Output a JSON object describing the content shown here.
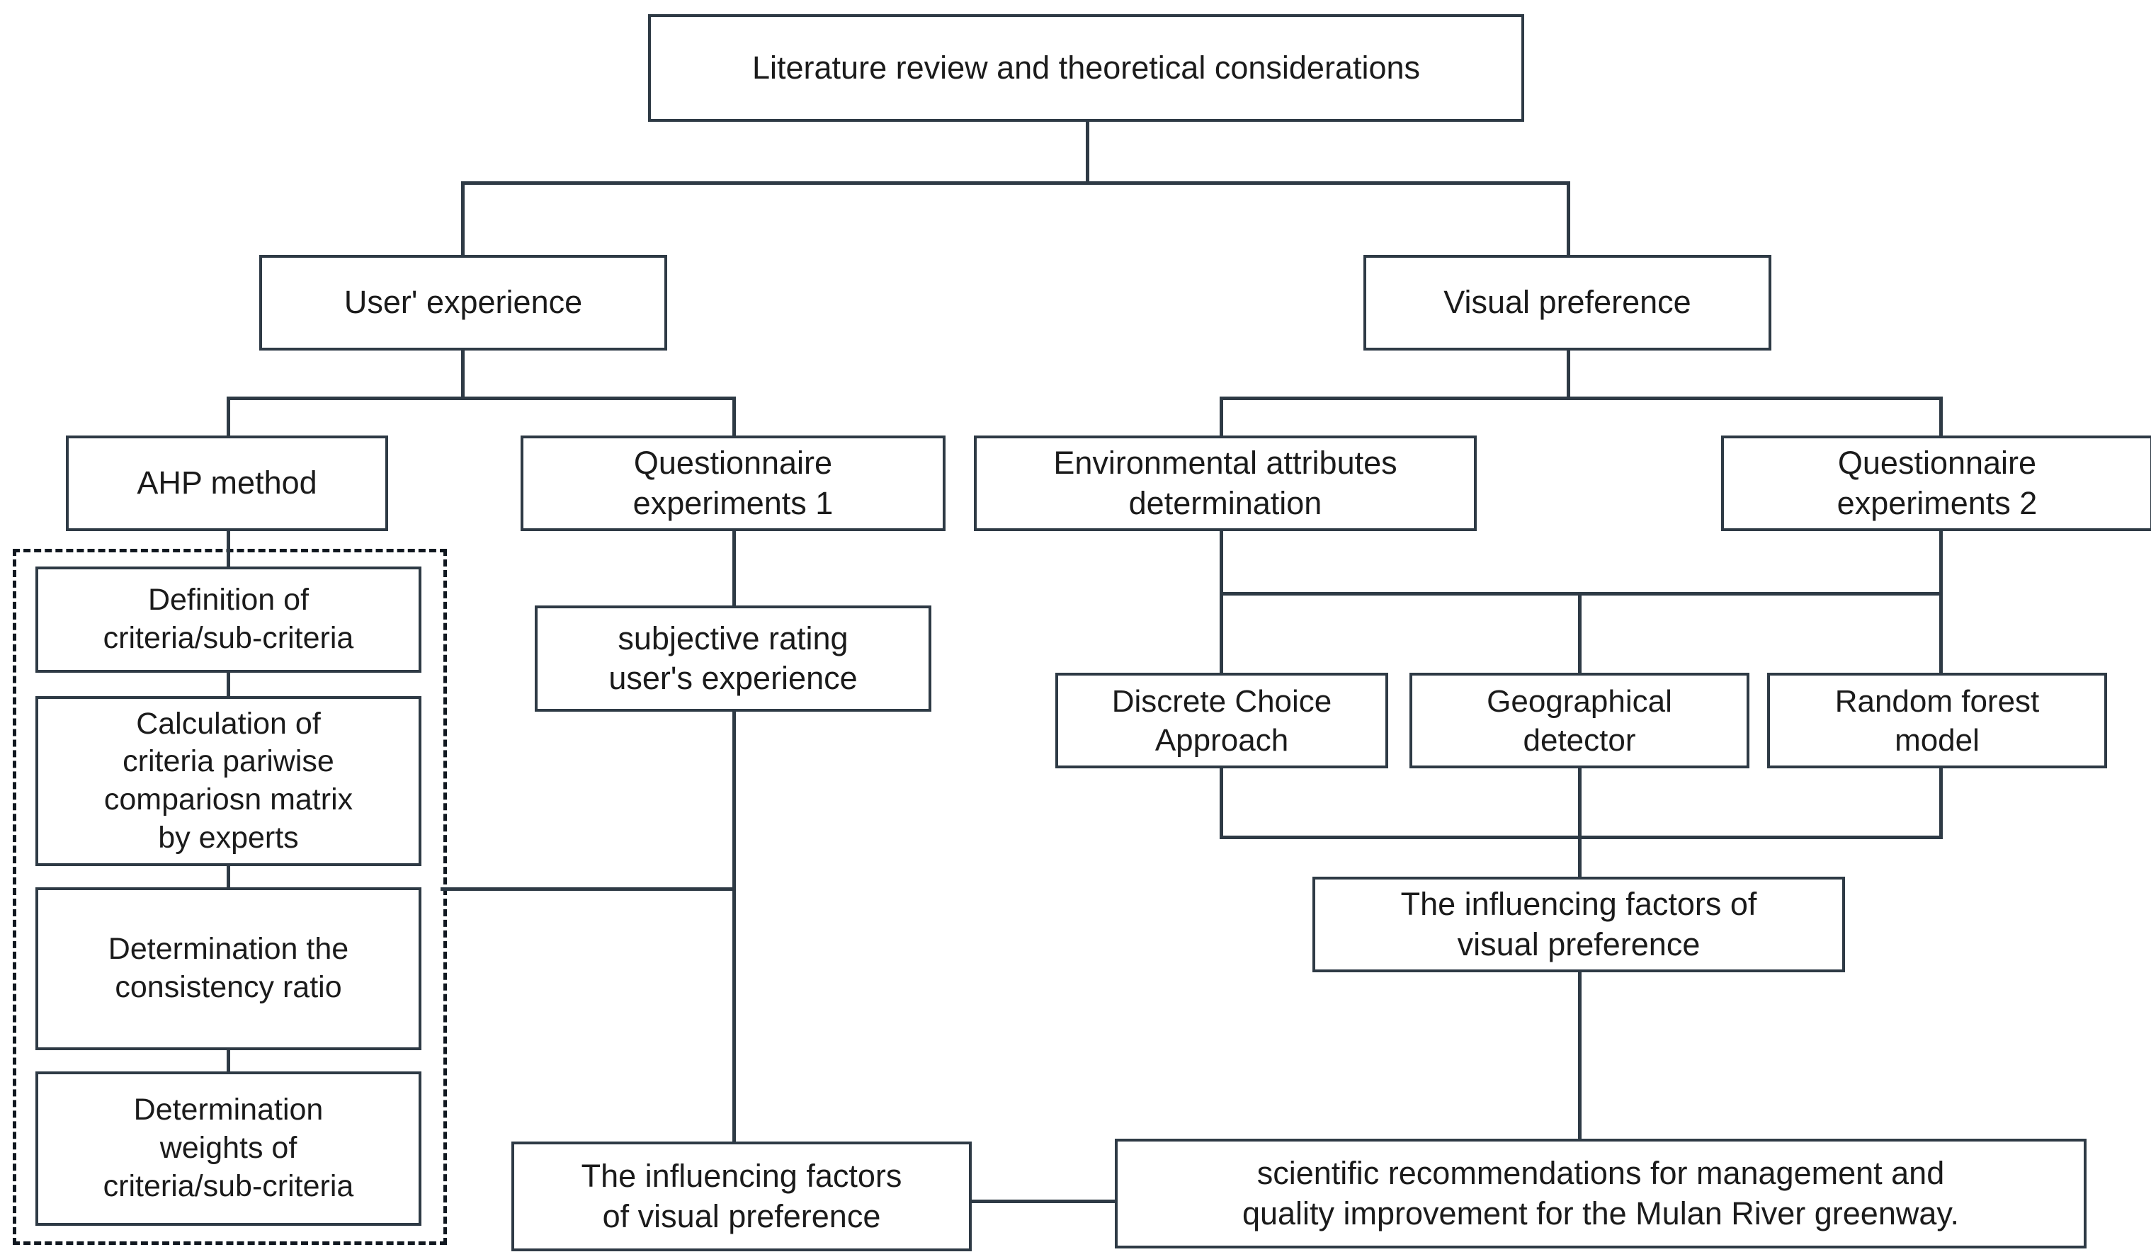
{
  "diagram": {
    "title": "Research framework flowchart",
    "type": "flowchart",
    "colors": {
      "node_border": "#2e3a45",
      "node_fill": "#ffffff",
      "edge": "#2e3a45",
      "dashed_group_border": "#111820",
      "text": "#1b1b1b",
      "background": "#ffffff"
    },
    "nodes": {
      "root": "Literature review and theoretical considerations",
      "branch_left": "User' experience",
      "branch_right": "Visual preference",
      "ahp_method": "AHP method",
      "questionnaire_1": "Questionnaire\nexperiments 1",
      "environmental_attributes": "Environmental attributes\ndetermination",
      "questionnaire_2": "Questionnaire\nexperiments 2",
      "ahp_step_1": "Definition of\ncriteria/sub-criteria",
      "ahp_step_2": "Calculation of\ncriteria pariwise\ncompariosn matrix\nby experts",
      "ahp_step_3": "Determination the\nconsistency ratio",
      "ahp_step_4": "Determination\nweights of\ncriteria/sub-criteria",
      "subjective_rating": "subjective rating\nuser's experience",
      "discrete_choice": "Discrete Choice\nApproach",
      "geographical_detector": "Geographical\ndetector",
      "random_forest": "Random forest\nmodel",
      "influencing_factors_right": "The influencing factors of\nvisual preference",
      "influencing_factors_bottom": "The influencing factors\nof visual preference",
      "recommendations": "scientific recommendations for management and\nquality improvement for the Mulan River greenway."
    }
  }
}
